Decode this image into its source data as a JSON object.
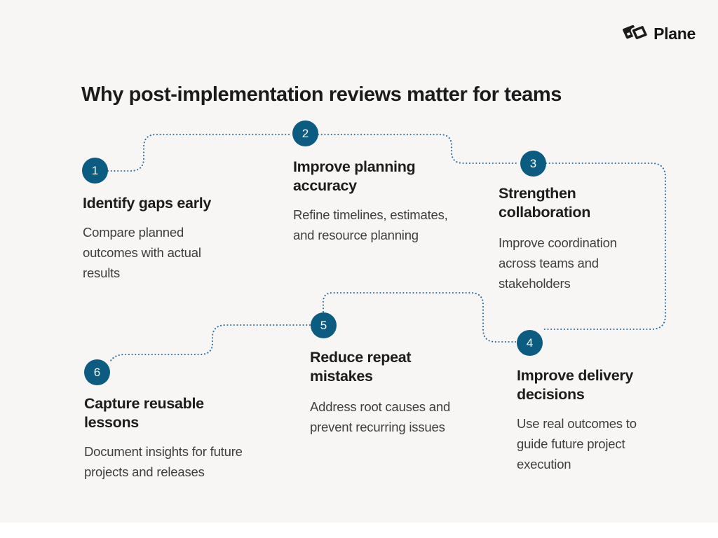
{
  "page": {
    "title": "Why post-implementation reviews matter for teams"
  },
  "logo": {
    "name": "Plane"
  },
  "steps": [
    {
      "number": "1",
      "heading": "Identify gaps early",
      "description": "Compare planned outcomes with actual results"
    },
    {
      "number": "2",
      "heading": "Improve planning accuracy",
      "description": "Refine timelines, estimates, and resource planning"
    },
    {
      "number": "3",
      "heading": "Strengthen collaboration",
      "description": "Improve coordination across teams and stakeholders"
    },
    {
      "number": "4",
      "heading": "Improve delivery decisions",
      "description": "Use real outcomes to guide future project execution"
    },
    {
      "number": "5",
      "heading": "Reduce repeat mistakes",
      "description": "Address root causes and prevent recurring issues"
    },
    {
      "number": "6",
      "heading": "Capture reusable lessons",
      "description": "Document insights for future projects and releases"
    }
  ],
  "colors": {
    "background": "#f7f6f4",
    "step_badge": "#0b5c80",
    "connector": "#2f6fa3",
    "heading_text": "#1c1c1c",
    "body_text": "#3e3e3e"
  }
}
